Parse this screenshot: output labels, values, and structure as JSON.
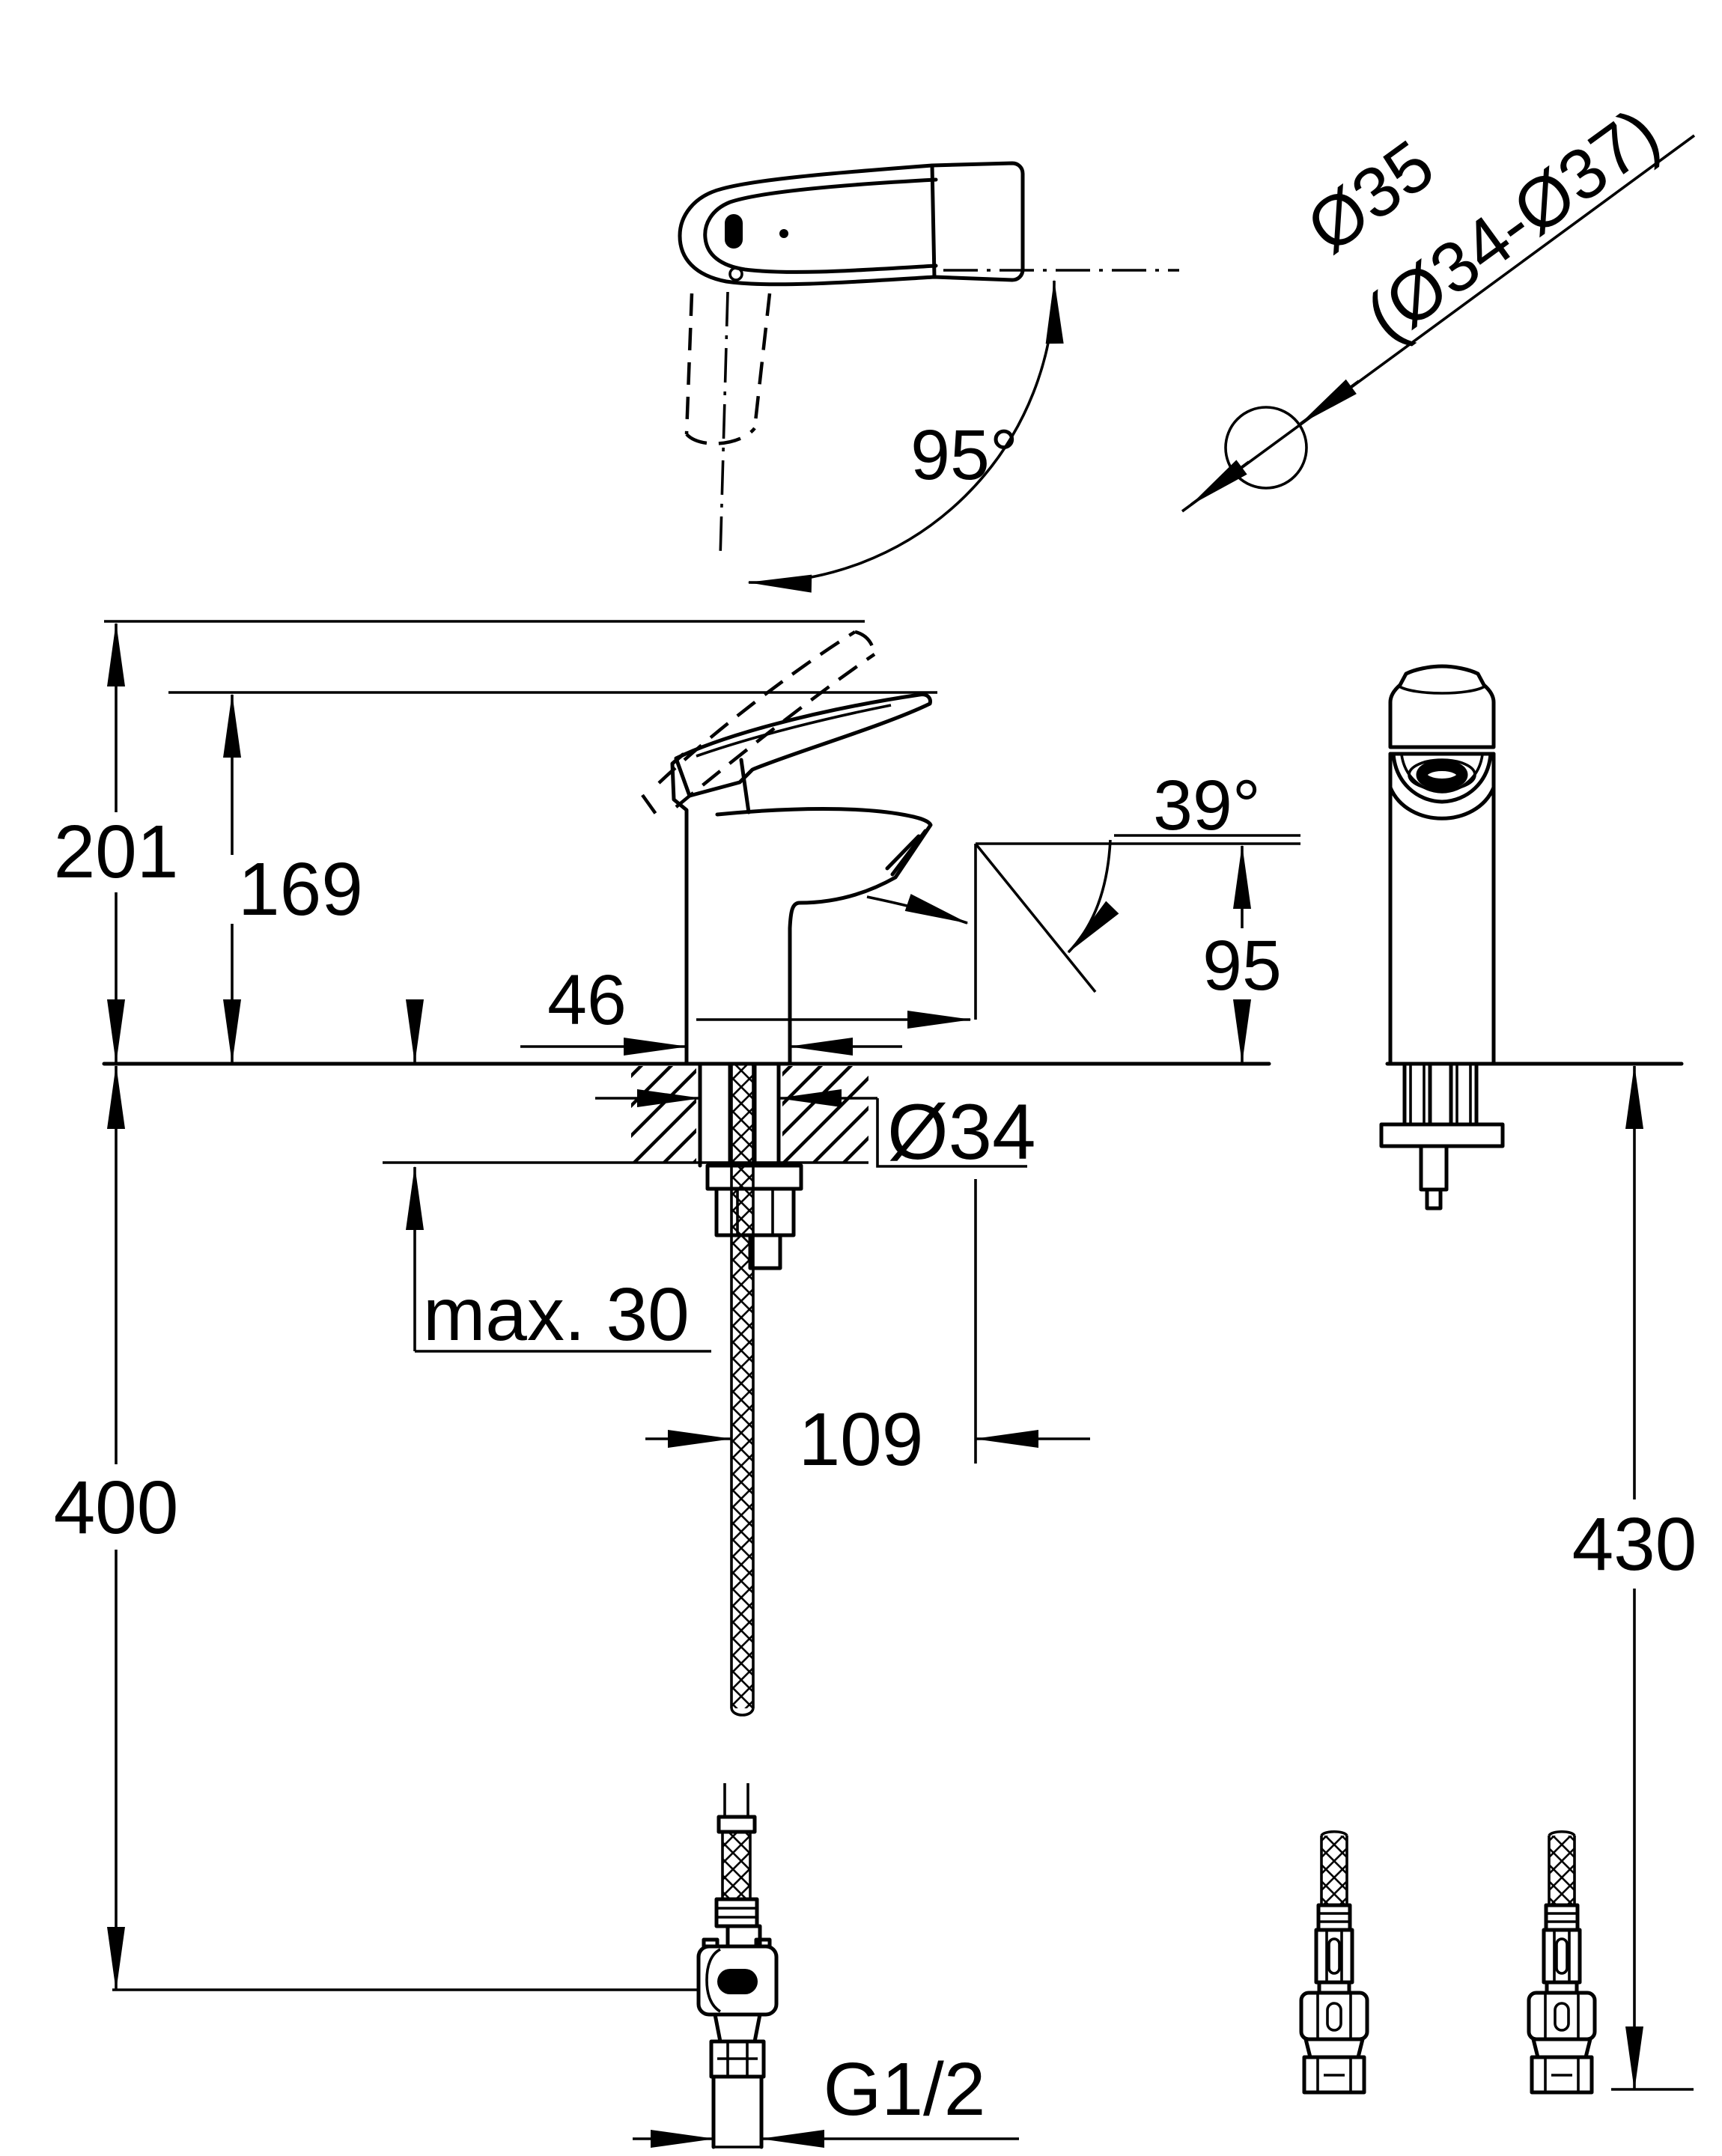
{
  "drawing": {
    "kind": "faucet installation dimension drawing",
    "colors": {
      "ink": "#000000",
      "paper": "#ffffff"
    },
    "labels": {
      "swivel_angle": "95°",
      "hole_dia": "Ø35",
      "hole_dia_range": "(Ø34-Ø37)",
      "height_open": "201",
      "height_lever": "169",
      "base_width": "46",
      "spout_angle": "39°",
      "spout_height": "95",
      "shank_dia": "Ø34",
      "deck_thickness": "max. 30",
      "spout_reach": "109",
      "hose_length_left": "400",
      "hose_length_right": "430",
      "thread": "G1/2"
    }
  }
}
